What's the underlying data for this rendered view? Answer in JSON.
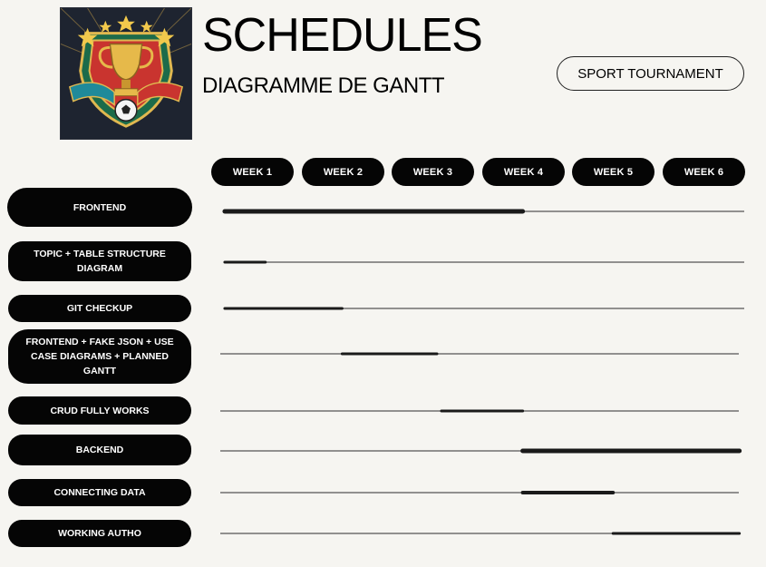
{
  "header": {
    "title": "SCHEDULES",
    "subtitle": "DIAGRAMME DE GANTT",
    "tag_button": "SPORT TOURNAMENT"
  },
  "logo": {
    "icon": "trophy-soccer-emblem"
  },
  "colors": {
    "background": "#f6f5f1",
    "pill": "#050505",
    "bar": "#1a1a1a",
    "line": "#555555"
  },
  "weeks": [
    "WEEK 1",
    "WEEK 2",
    "WEEK 3",
    "WEEK 4",
    "WEEK 5",
    "WEEK 6"
  ],
  "tasks": [
    {
      "label": "FRONTEND",
      "start_week": 0.15,
      "end_week": 3.45
    },
    {
      "label": "TOPIC + TABLE STRUCTURE DIAGRAM",
      "start_week": 0.15,
      "end_week": 0.6
    },
    {
      "label": "GIT CHECKUP",
      "start_week": 0.15,
      "end_week": 1.45
    },
    {
      "label": "FRONTEND + FAKE JSON + USE CASE DIAGRAMS + PLANNED GANTT",
      "start_week": 1.45,
      "end_week": 2.5
    },
    {
      "label": "CRUD FULLY WORKS",
      "start_week": 2.55,
      "end_week": 3.45
    },
    {
      "label": "BACKEND",
      "start_week": 3.45,
      "end_week": 5.85
    },
    {
      "label": "CONNECTING DATA",
      "start_week": 3.45,
      "end_week": 4.45
    },
    {
      "label": "WORKING AUTHO",
      "start_week": 4.45,
      "end_week": 5.85
    }
  ]
}
